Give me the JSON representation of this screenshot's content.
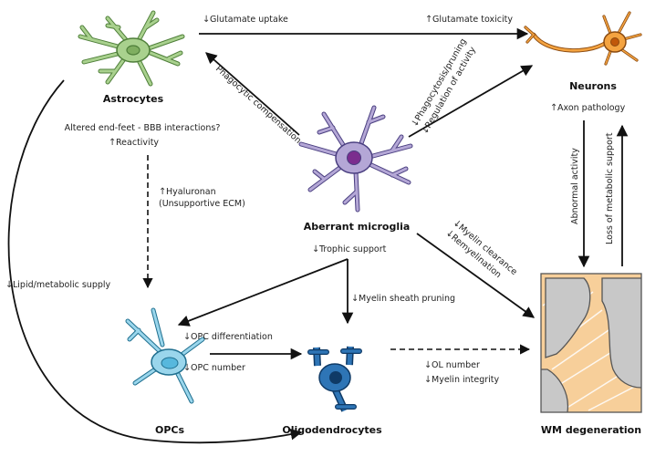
{
  "nodes": {
    "astrocytes": "Astrocytes",
    "neurons": "Neurons",
    "microglia": "Aberrant microglia",
    "opcs": "OPCs",
    "oligodendrocytes": "Oligodendrocytes",
    "wm": "WM degeneration"
  },
  "arrows": {
    "up": "↑",
    "down": "↓"
  },
  "edges": {
    "glutamate_uptake": "Glutamate uptake",
    "glutamate_toxicity": "Glutamate toxicity",
    "phagocytic_compensation": "Phagocytic compensation",
    "phagocytosis_pruning": "Phagocytosis/pruning",
    "regulation_activity": "Regulation of activity",
    "altered_endfeet": "Altered end-feet - BBB interactions?",
    "reactivity": "Reactivity",
    "hyaluronan": "Hyaluronan",
    "unsupportive_ecm": "(Unsupportive ECM)",
    "axon_pathology": "Axon pathology",
    "abnormal_activity": "Abnormal activity",
    "loss_metabolic": "Loss of metabolic support",
    "lipid_supply": "Lipid/metabolic supply",
    "trophic_support": "Trophic support",
    "myelin_clearance": "Myelin clearance",
    "remyelination": "Remyelination",
    "myelin_sheath_pruning": "Myelin sheath pruning",
    "opc_differentiation": "OPC differentiation",
    "opc_number": "OPC number",
    "ol_number": "OL number",
    "myelin_integrity": "Myelin integrity"
  },
  "colors": {
    "astrocyte": "#a9d18e",
    "neuron": "#f4a340",
    "microglia": "#b4a7d6",
    "opc": "#7ec8e3",
    "oligodendrocyte": "#2e75b6",
    "wm_tissue": "#f7cf9a"
  }
}
